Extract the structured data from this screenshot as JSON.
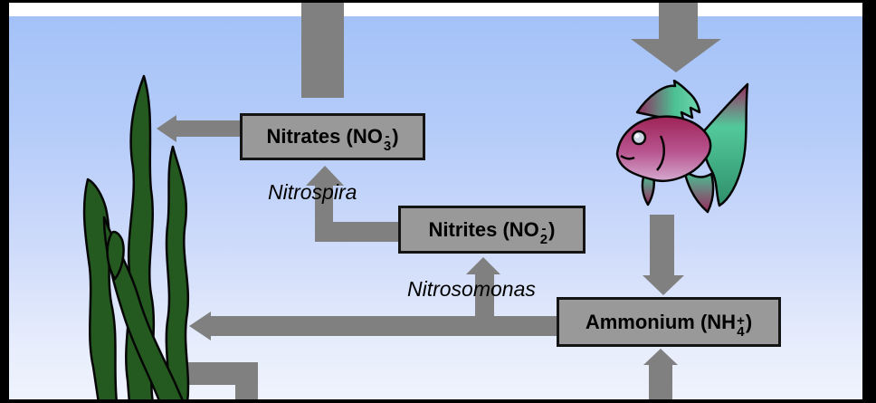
{
  "diagram": {
    "boxes": {
      "nitrates": {
        "prefix": "Nitrates (NO",
        "sub": "3",
        "sup": "-",
        "suffix": ")"
      },
      "nitrites": {
        "prefix": "Nitrites (NO",
        "sub": "2",
        "sup": "-",
        "suffix": ")"
      },
      "ammonium": {
        "prefix": "Ammonium (NH",
        "sub": "4",
        "sup": "+",
        "suffix": ")"
      }
    },
    "bacteria_labels": {
      "nitrospira": "Nitrospira",
      "nitrosomonas": "Nitrosomonas"
    },
    "icons": {
      "plant": "seaweed-plant-icon",
      "fish": "fish-icon"
    },
    "colors": {
      "arrow_gray": "#808080",
      "box_fill": "#999999",
      "box_border": "#141414",
      "water_top": "#a4c2f8",
      "water_bottom": "#eff3fd",
      "plant_green": "#24591f",
      "fish_magenta": "#9e2456",
      "fish_teal": "#4cc193",
      "frame_black": "#000000",
      "sky_white": "#ffffff"
    }
  }
}
